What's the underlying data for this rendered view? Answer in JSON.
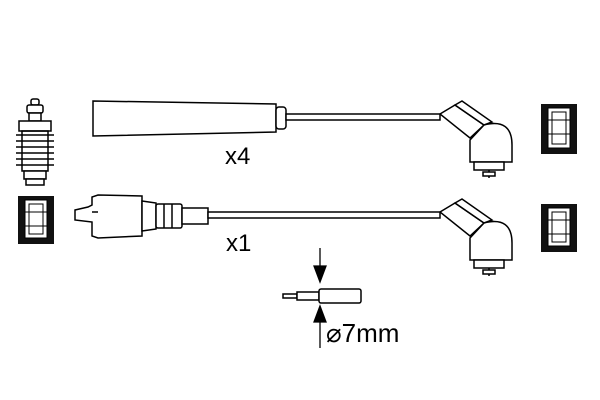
{
  "labels": {
    "upper_quantity": "x4",
    "lower_quantity": "x1",
    "diameter": "⌀7mm"
  },
  "icons": {
    "spark_plug": "spark-plug-icon",
    "terminal_cap": "terminal-cap-icon",
    "boot": "angled-boot-icon",
    "dimension_arrow": "arrow-icon"
  },
  "colors": {
    "line": "#000000",
    "fill_dark": "#111111",
    "background": "#ffffff"
  }
}
